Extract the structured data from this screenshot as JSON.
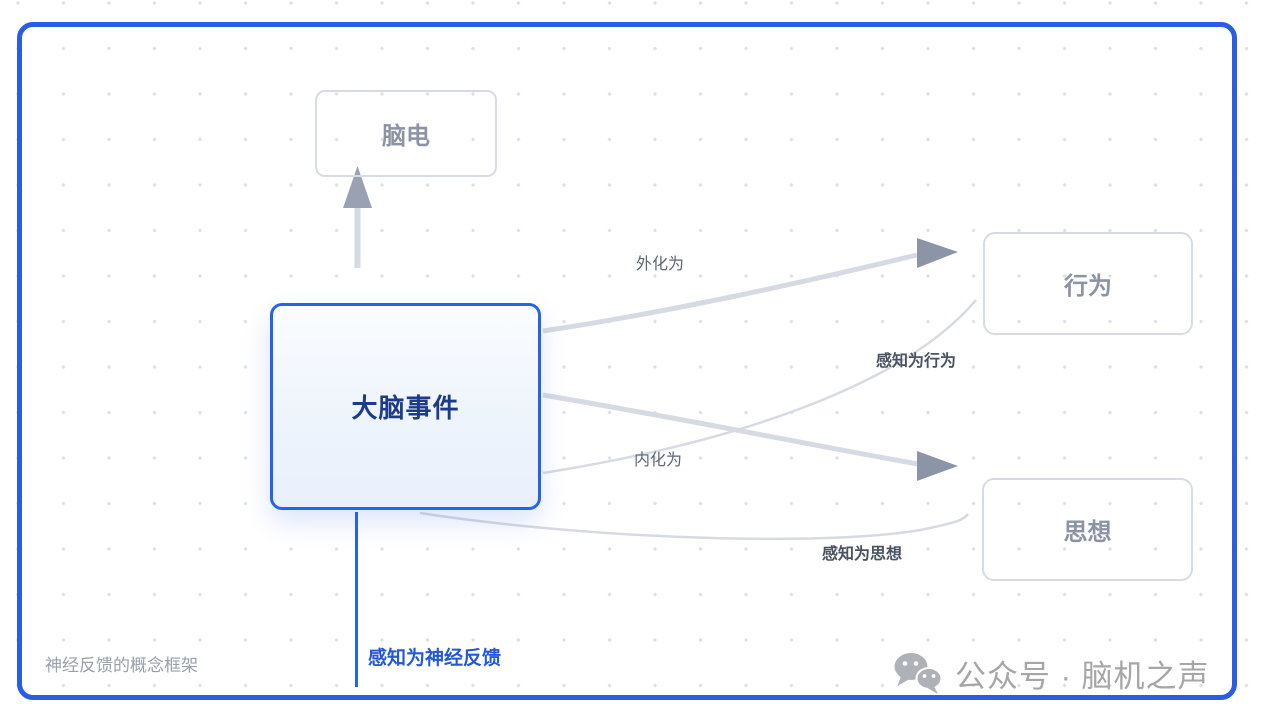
{
  "diagram": {
    "caption": "神经反馈的概念框架",
    "nodes": {
      "eeg": "脑电",
      "brain_event": "大脑事件",
      "behavior": "行为",
      "thought": "思想"
    },
    "edge_labels": {
      "externalize": "外化为",
      "internalize": "内化为",
      "perceive_as_behavior": "感知为行为",
      "perceive_as_thought": "感知为思想",
      "perceive_as_neurofeedback": "感知为神经反馈"
    }
  },
  "watermark": {
    "icon": "wechat-icon",
    "text": "公众号 · 脑机之声"
  },
  "colors": {
    "frame_blue": "#2b5ce5",
    "node_blue_border": "#2563eb",
    "node_blue_text": "#1e3a8a",
    "gray_node_border": "#d7dbe3",
    "gray_node_text": "#8b93a5",
    "edge_gray": "#d6dae2",
    "arrowhead_gray": "#8c95a7",
    "label_gray": "#5d6675",
    "blue_label": "#2358d8",
    "caption_gray": "#99a0ac",
    "watermark_gray": "#a6a6a6",
    "grid_dot": "#dbdfe7"
  }
}
